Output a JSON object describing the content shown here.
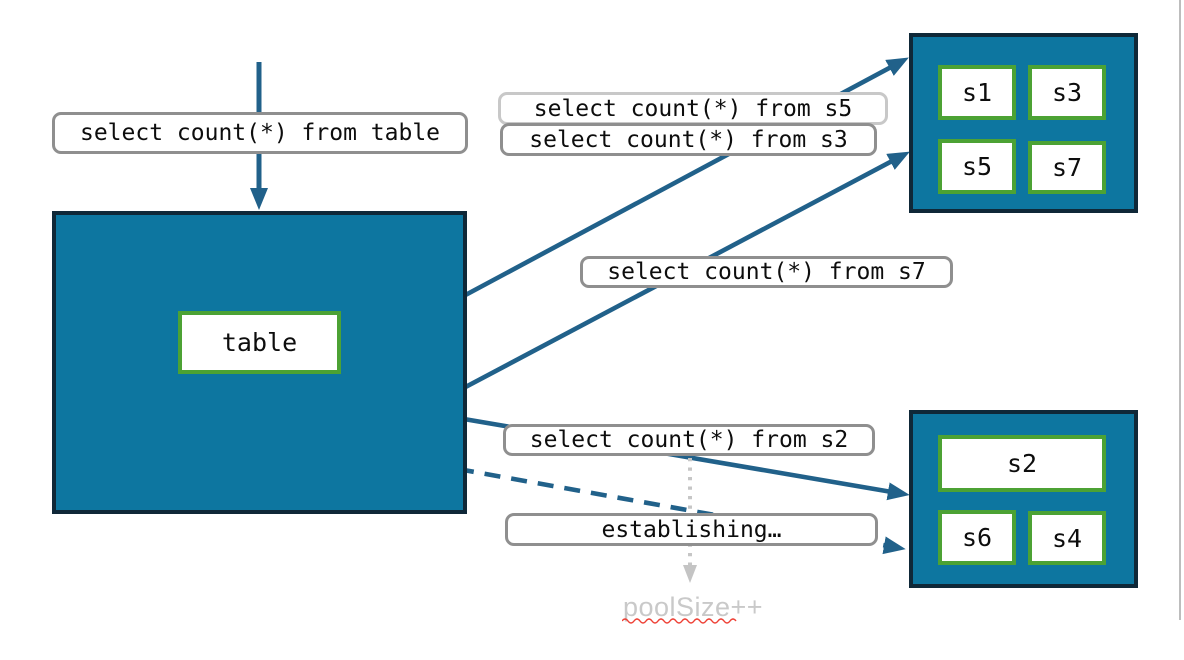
{
  "queries": {
    "from_table": "select count(*) from table",
    "from_s5": "select count(*) from s5",
    "from_s3": "select count(*) from s3",
    "from_s7": "select count(*) from s7",
    "from_s2": "select count(*) from s2",
    "establishing": "establishing…"
  },
  "table": {
    "label": "table"
  },
  "shards_top": {
    "cells": [
      "s1",
      "s3",
      "s5",
      "s7"
    ]
  },
  "shards_bottom": {
    "wide": "s2",
    "cells": [
      "s6",
      "s4"
    ]
  },
  "annotations": {
    "pool_size": "poolSize++"
  },
  "colors": {
    "teal_fill": "#0d76a0",
    "dark_border": "#0f2838",
    "green_border": "#4ca234",
    "arrow_blue": "#21618a",
    "label_border_gray": "#8f8f8f",
    "label_border_light": "#c8c8c8",
    "muted_gray": "#c9c9c9",
    "squiggle_red": "#ee4035"
  }
}
